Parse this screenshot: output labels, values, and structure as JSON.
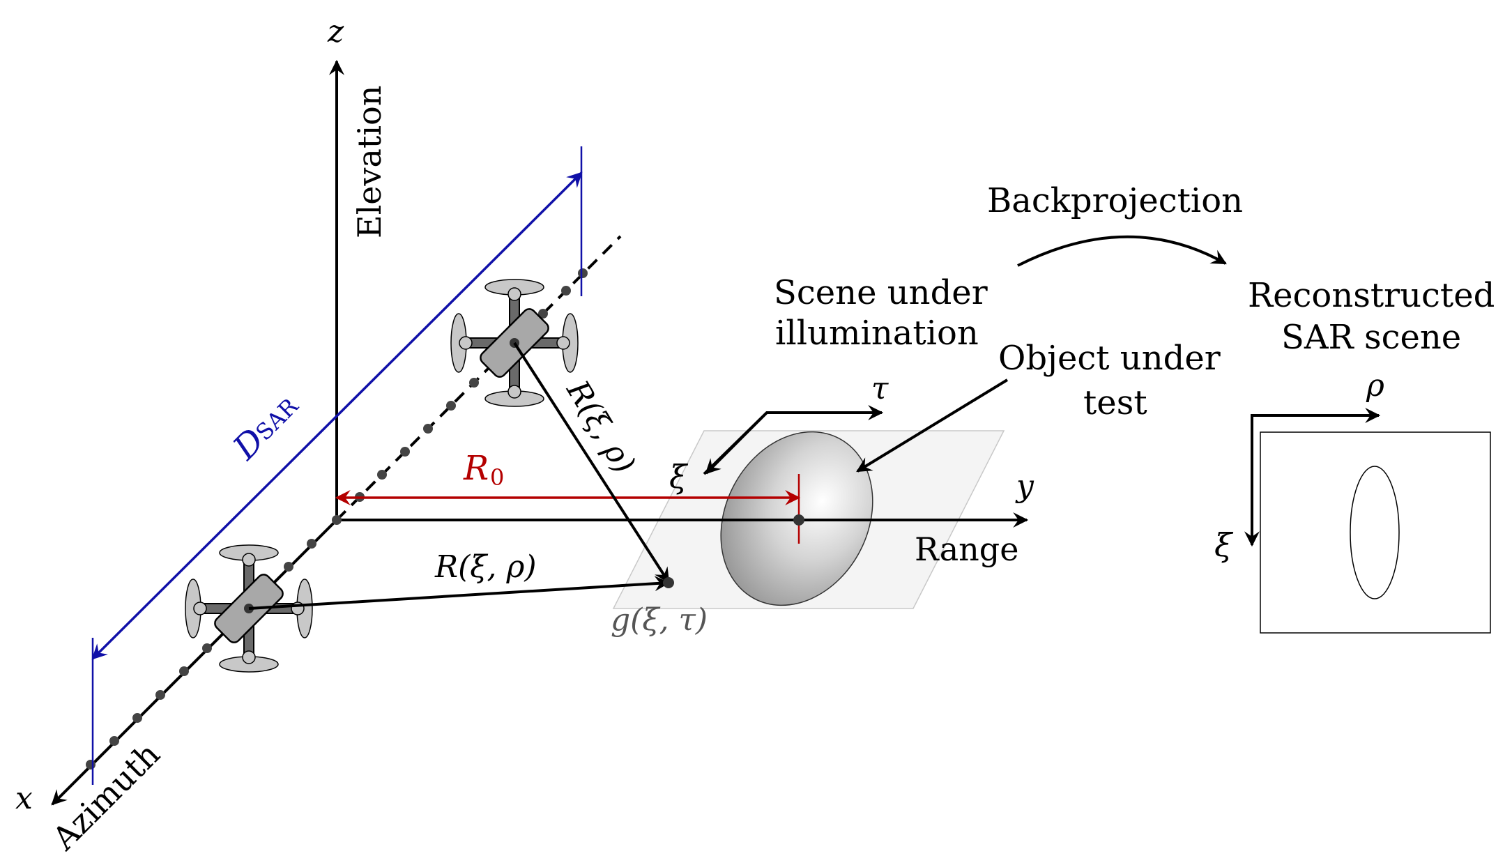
{
  "axes": {
    "z": "z",
    "elevation": "Elevation",
    "x": "x",
    "azimuth": "Azimuth",
    "y": "y",
    "range": "Range"
  },
  "labels": {
    "d_sar_main": "D",
    "d_sar_sub": "SAR",
    "r0_main": "R",
    "r0_sub": "0",
    "r_upper": "R(ξ, ρ)",
    "r_lower": "R(ξ, ρ)",
    "g": "g(ξ, τ)",
    "tau": "τ",
    "xi_scene": "ξ",
    "scene_line1": "Scene under",
    "scene_line2": "illumination",
    "object_line1": "Object under",
    "object_line2": "test",
    "backprojection": "Backprojection",
    "recon_line1": "Reconstructed",
    "recon_line2": "SAR scene",
    "rho": "ρ",
    "xi_recon": "ξ"
  },
  "colors": {
    "axis": "#000000",
    "d_sar": "#1010a8",
    "r0": "#b40000",
    "drone_body": "#a8a8a8",
    "drone_arm": "#6a6a6a",
    "drone_rotor": "#c8c8c8",
    "sample_dot": "#444444",
    "plane_fill": "#f2f2f2",
    "plane_stroke": "#c8c8c8"
  },
  "icons": {
    "drone": "quadcopter-icon"
  }
}
